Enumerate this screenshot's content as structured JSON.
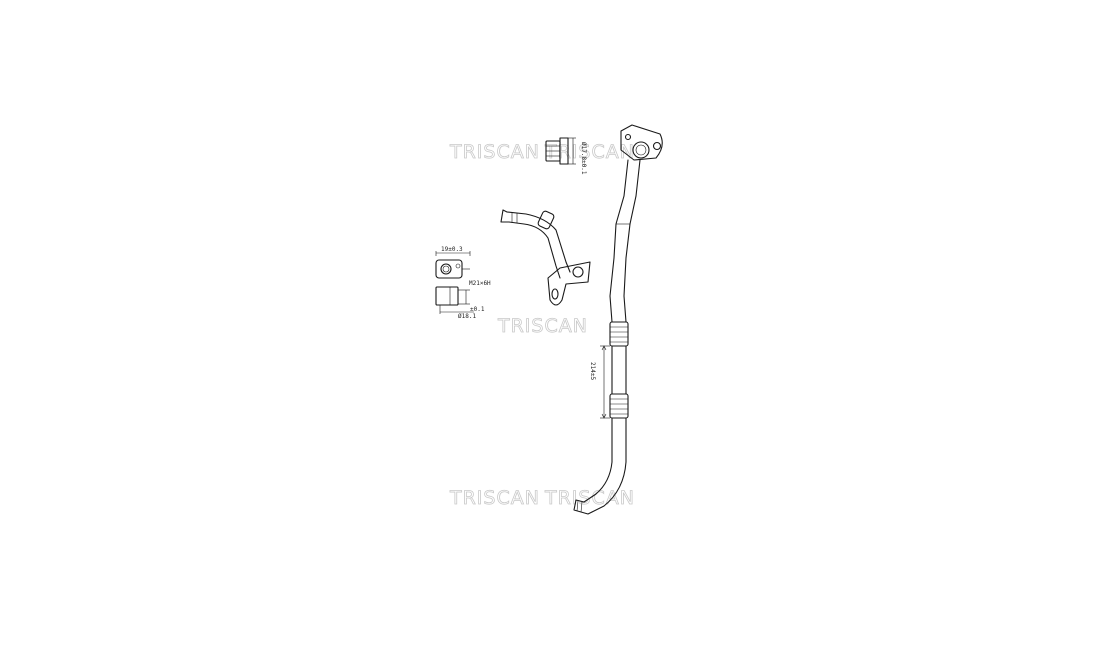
{
  "watermark": {
    "text": "TRISCAN"
  },
  "dimensions": {
    "nut_diameter": "Ø17.8±0.1",
    "fitting_width": "19±0.3",
    "thread": "M21×6H",
    "fitting_bore": "Ø18.1",
    "fitting_tol": "±0.1",
    "hose_length": "214±5"
  }
}
